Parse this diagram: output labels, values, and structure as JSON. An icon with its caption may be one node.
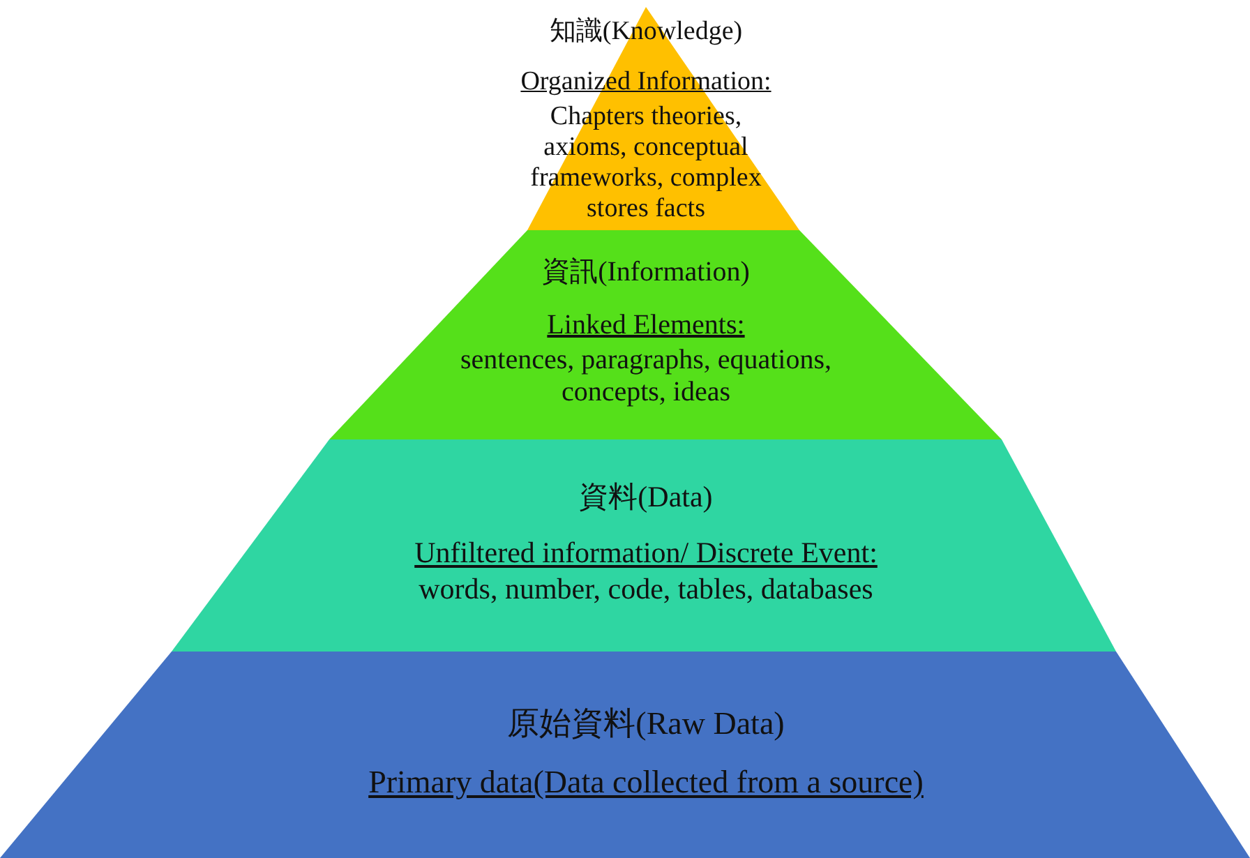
{
  "diagram": {
    "nodes": [
      {
        "text": [
          "知識(Knowledge)",
          "Organized Information:",
          "Chapters theories, axioms, conceptual frameworks, complex stores facts"
        ]
      },
      {
        "text": [
          "資訊(Information)",
          "Linked Elements:",
          "sentences, paragraphs, equations, concepts, ideas"
        ]
      },
      {
        "text": [
          "資料(Data)",
          "Unfiltered information/ Discrete Event:",
          "words, number, code, tables, databases"
        ]
      },
      {
        "text": [
          "原始資料(Raw Data)",
          "Primary data(Data collected from a source)"
        ]
      }
    ]
  }
}
